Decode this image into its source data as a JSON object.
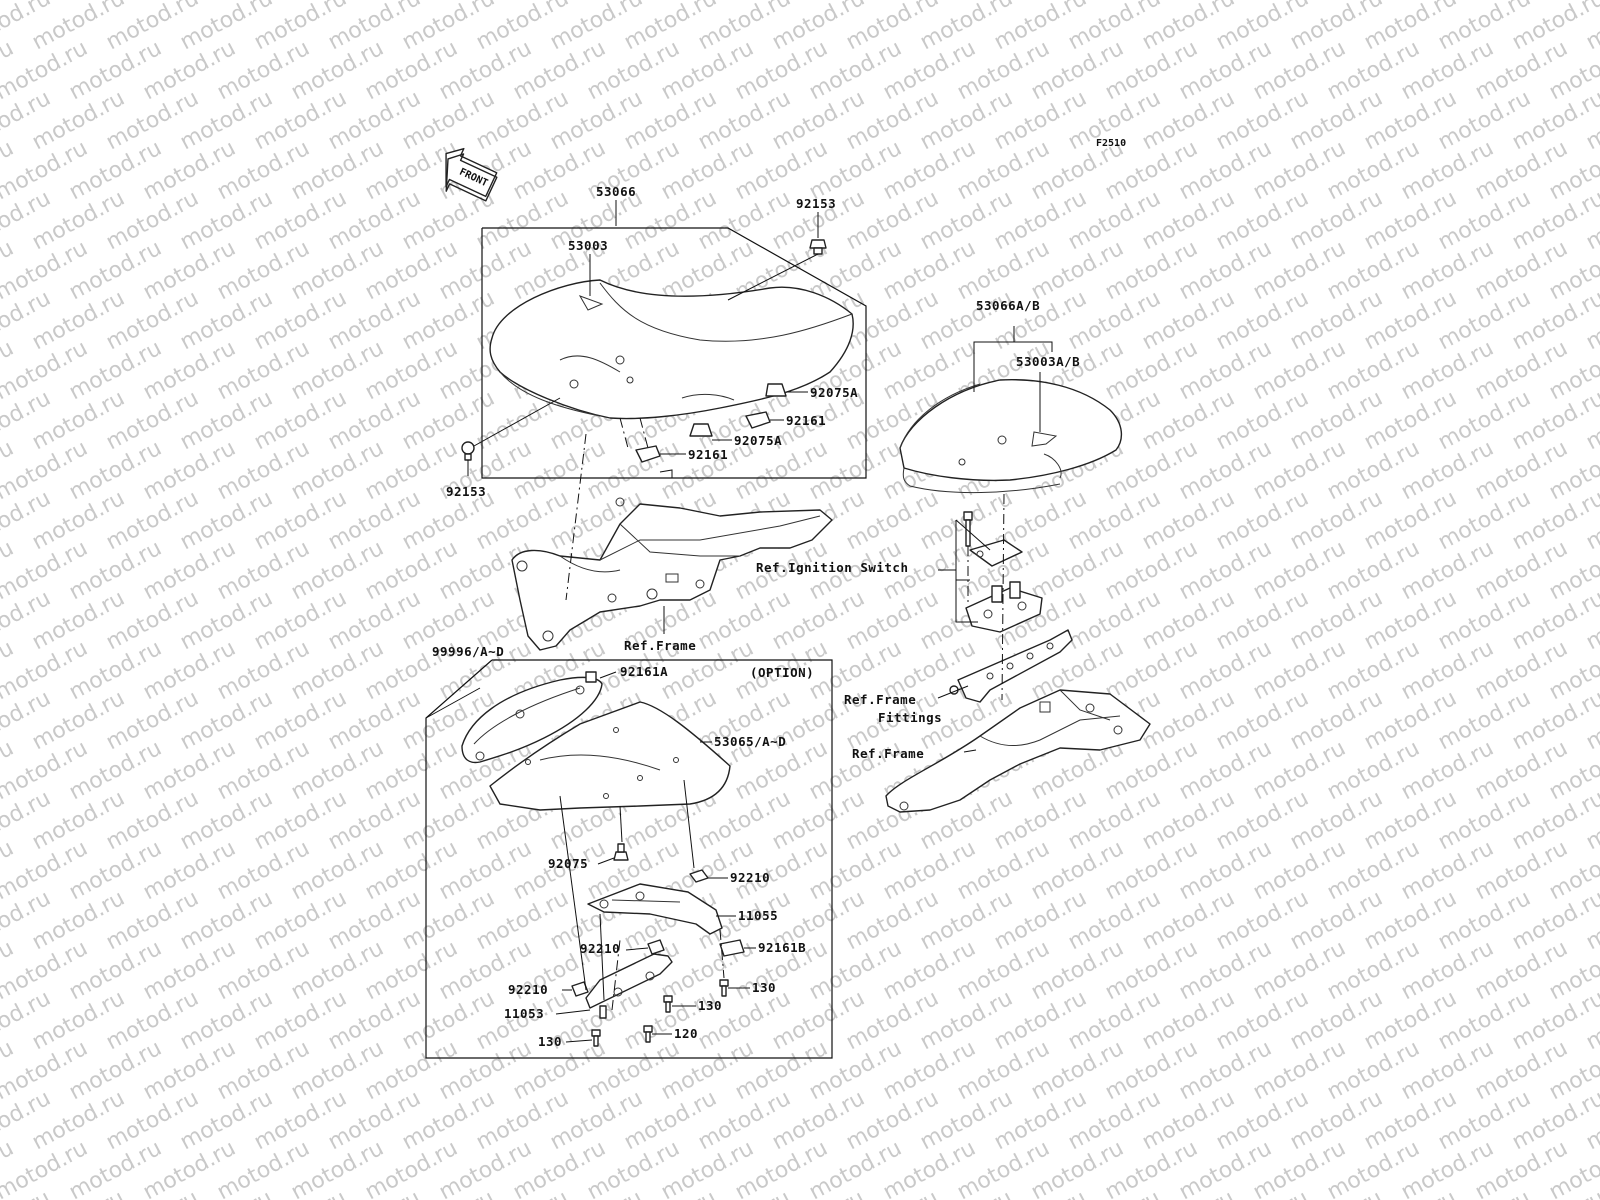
{
  "diagram_code": "F2510",
  "front_arrow_label": "FRONT",
  "watermark_text": "motod.ru",
  "labels": {
    "p53066": "53066",
    "p92153_top": "92153",
    "p53003": "53003",
    "p92075a_1": "92075A",
    "p92161_1": "92161",
    "p92075a_2": "92075A",
    "p92161_2": "92161",
    "p92153_left": "92153",
    "ref_frame_1": "Ref.Frame",
    "p53066ab": "53066A/B",
    "p53003ab": "53003A/B",
    "ref_ignition": "Ref.Ignition Switch",
    "ref_frame_fittings_1": "Ref.Frame",
    "ref_frame_fittings_2": "Fittings",
    "ref_frame_2": "Ref.Frame",
    "p99996": "99996/A~D",
    "p92161a": "92161A",
    "option": "(OPTION)",
    "p53065": "53065/A~D",
    "p92075": "92075",
    "p92210_1": "92210",
    "p11055": "11055",
    "p92210_2": "92210",
    "p92161b": "92161B",
    "p92210_3": "92210",
    "p130_1": "130",
    "p11053": "11053",
    "p130_2": "130",
    "p130_3": "130",
    "p120": "120"
  },
  "colors": {
    "line": "#222222",
    "watermark": "#c9c9c9",
    "background": "#ffffff"
  }
}
